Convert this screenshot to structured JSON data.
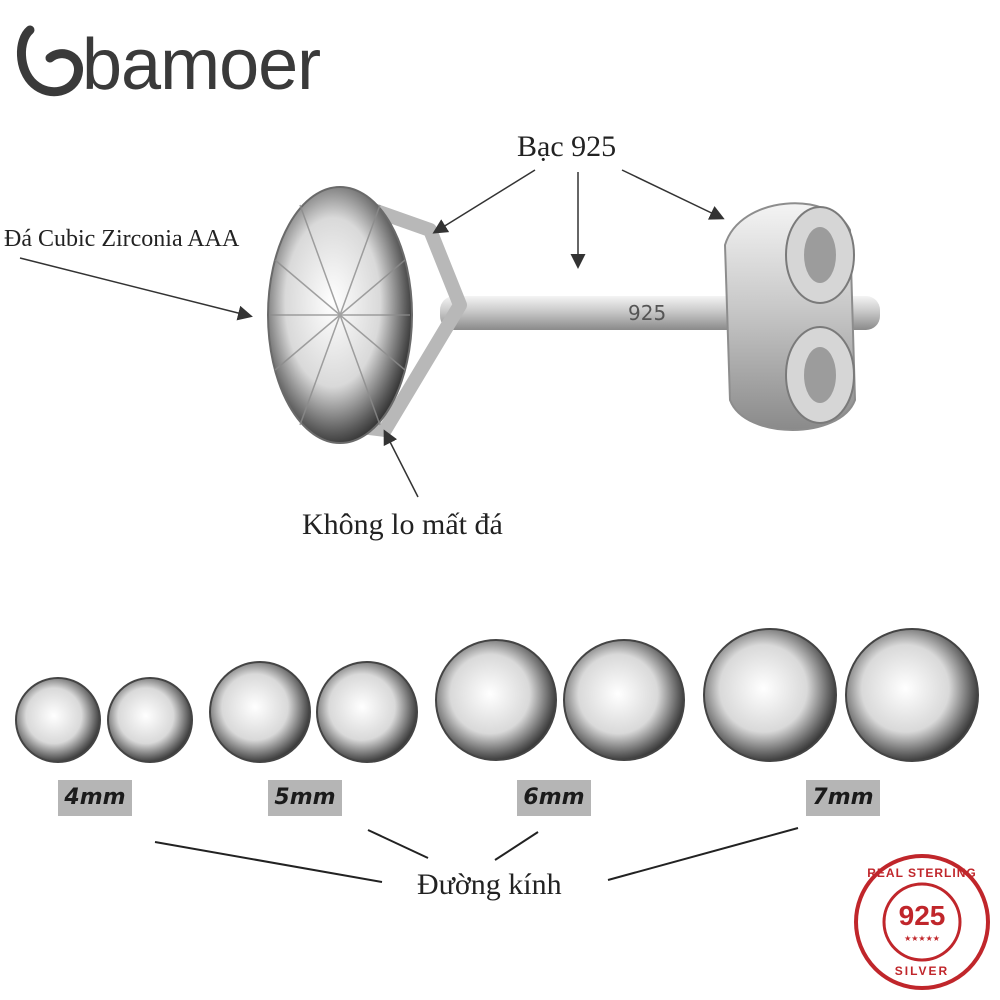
{
  "brand": {
    "logo_text": "bamoer"
  },
  "callouts": {
    "material": "Bạc 925",
    "stone": "Đá Cubic Zirconia AAA",
    "secure": "Không lo mất đá",
    "stamp": "925"
  },
  "sizes": [
    {
      "label": "4mm"
    },
    {
      "label": "5mm"
    },
    {
      "label": "6mm"
    },
    {
      "label": "7mm"
    }
  ],
  "diameter_label": "Đường kính",
  "badge": {
    "center": "925",
    "top_text": "REAL STERLING",
    "bottom_text": "SILVER",
    "stars": "★★★★★"
  },
  "colors": {
    "badge_red": "#c0262b",
    "silver": "#bfbfbf",
    "tag_gray": "#b5b5b5"
  }
}
